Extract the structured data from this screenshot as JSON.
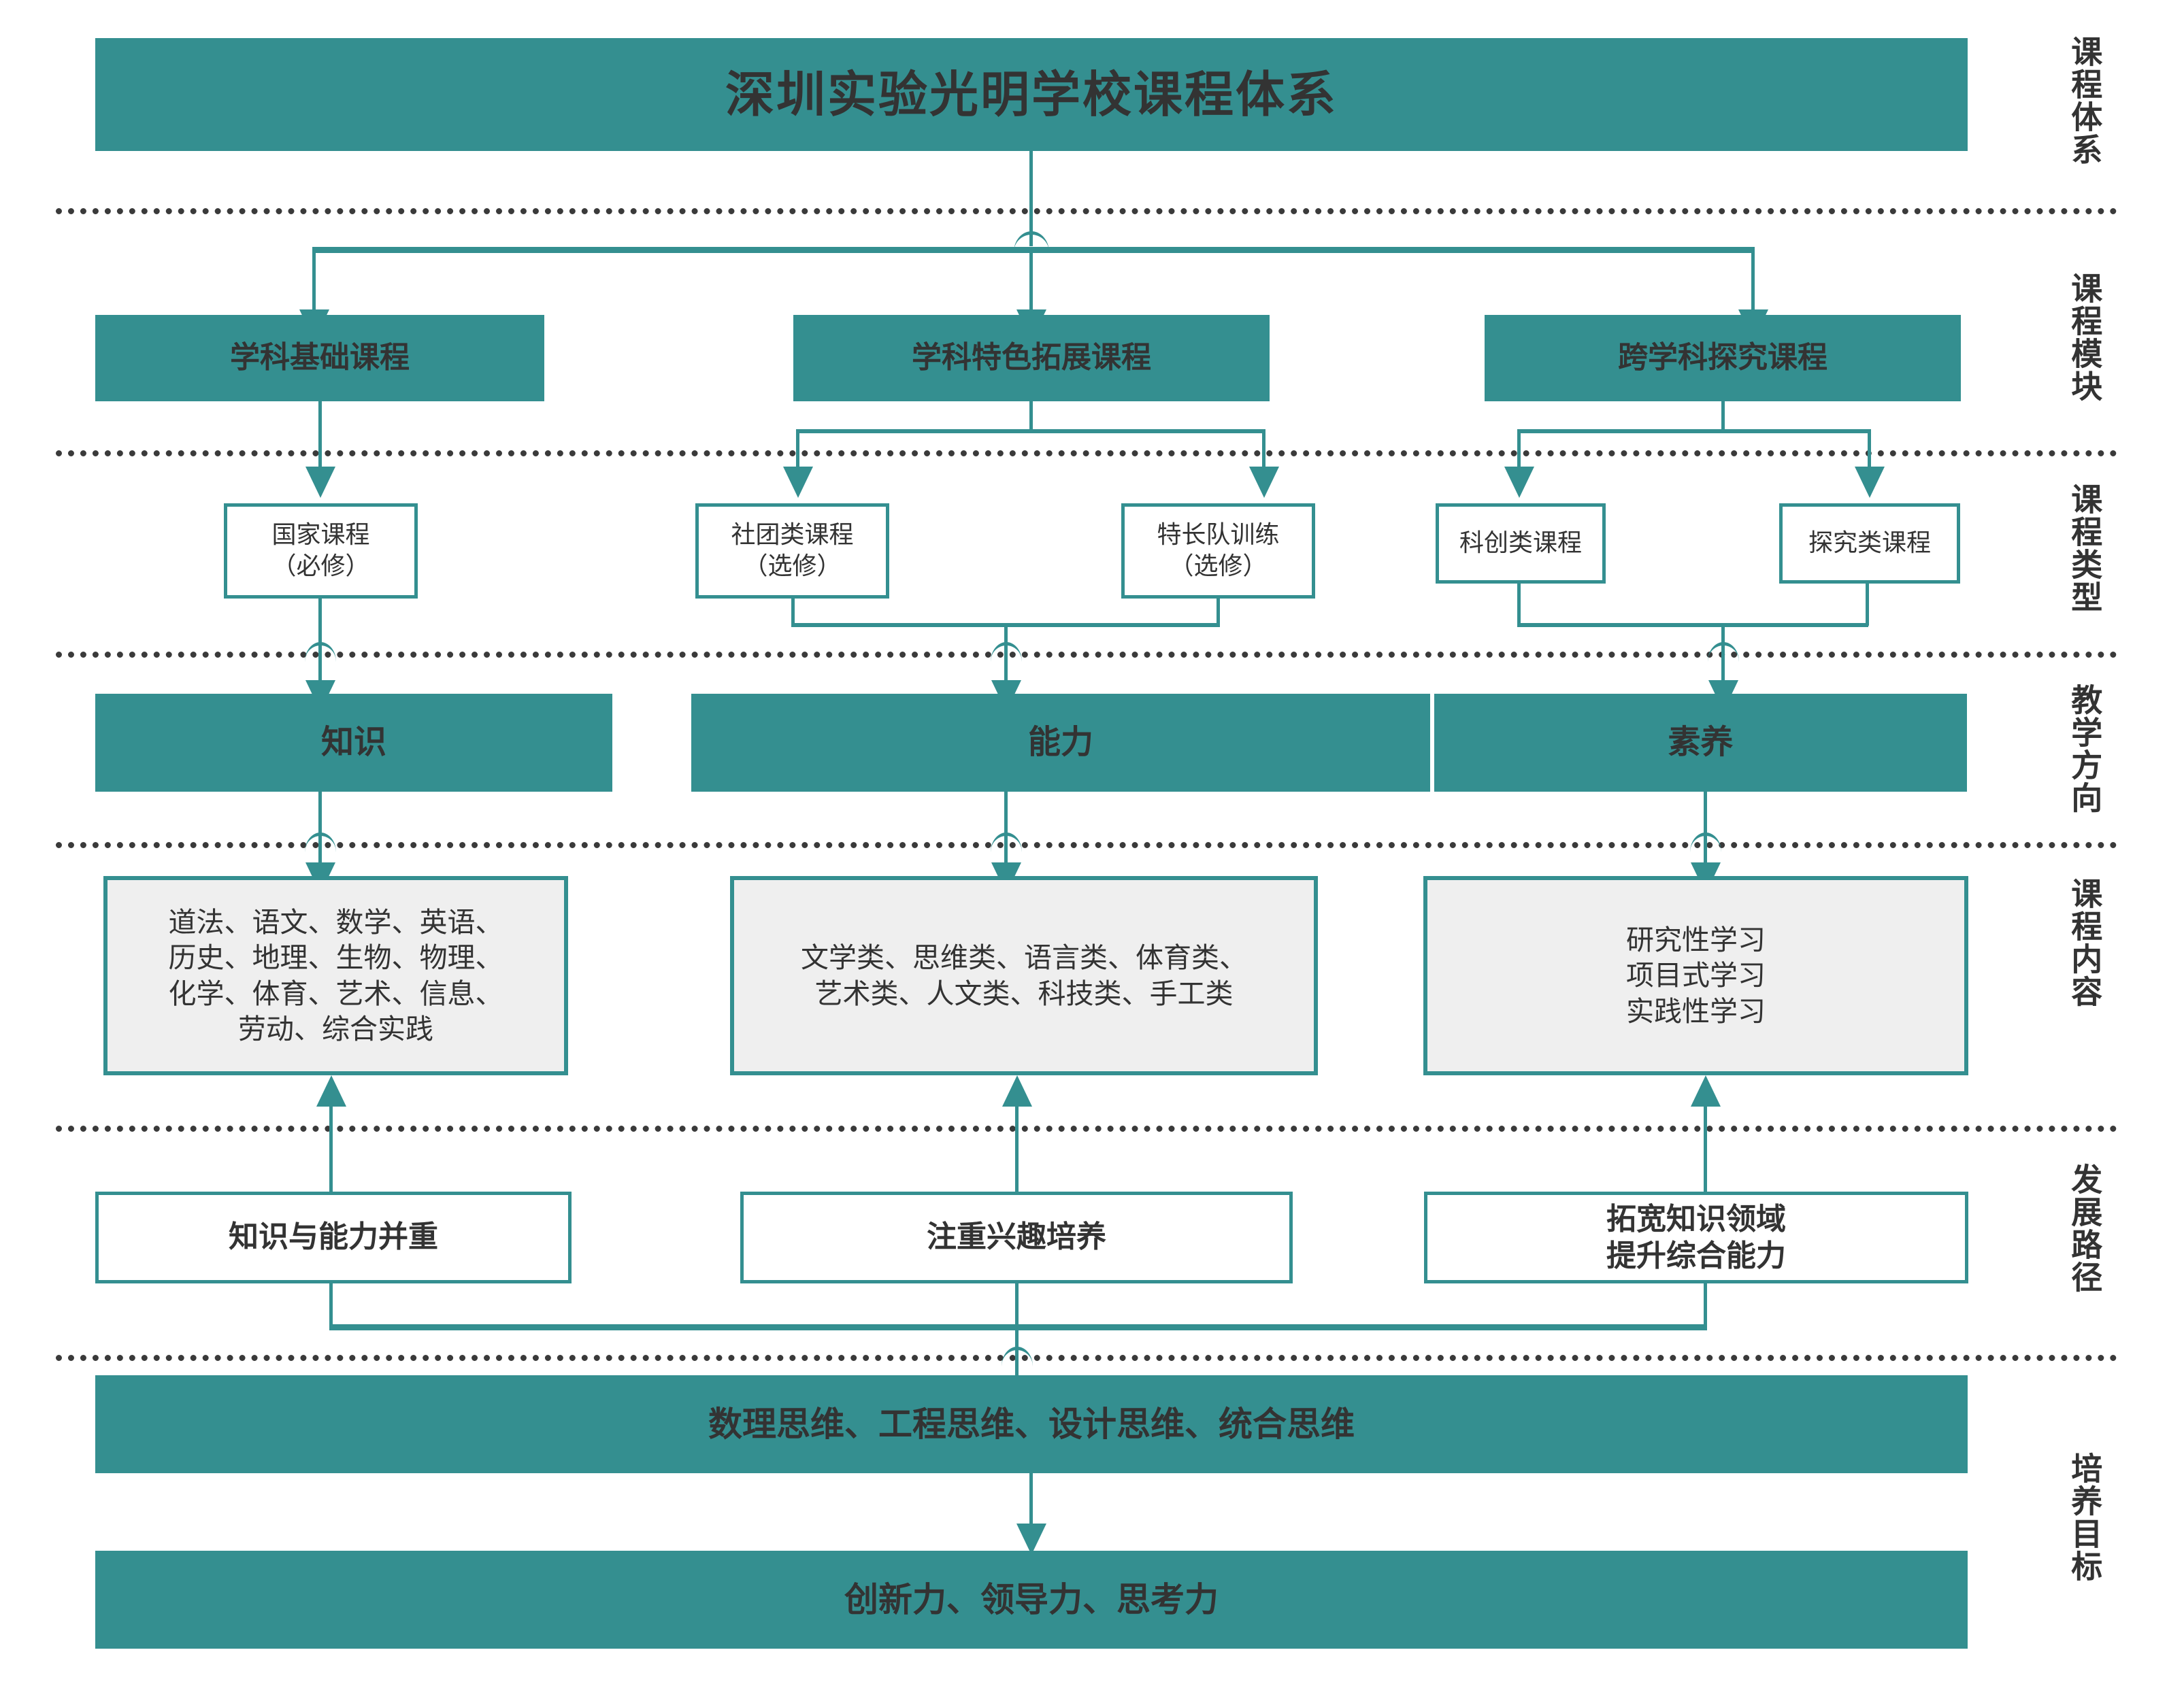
{
  "theme": {
    "accent": "#348f90",
    "text": "#333333",
    "panel": "#efefef",
    "divider": "#3a3a3a"
  },
  "title": {
    "text": "深圳实验光明学校课程体系"
  },
  "axis_labels": [
    {
      "text": "课程体系"
    },
    {
      "text": "课程模块"
    },
    {
      "text": "课程类型"
    },
    {
      "text": "教学方向"
    },
    {
      "text": "课程内容"
    },
    {
      "text": "发展路径"
    },
    {
      "text": "培养目标"
    }
  ],
  "modules": [
    {
      "text": "学科基础课程"
    },
    {
      "text": "学科特色拓展课程"
    },
    {
      "text": "跨学科探究课程"
    }
  ],
  "course_types": [
    {
      "text": "国家课程\n（必修）"
    },
    {
      "text": "社团类课程\n（选修）"
    },
    {
      "text": "特长队训练\n（选修）"
    },
    {
      "text": "科创类课程"
    },
    {
      "text": "探究类课程"
    }
  ],
  "directions": [
    {
      "text": "知识"
    },
    {
      "text": "能力"
    },
    {
      "text": "素养"
    }
  ],
  "contents": [
    {
      "text": "道法、语文、数学、英语、\n历史、地理、生物、物理、\n化学、体育、艺术、信息、\n劳动、综合实践"
    },
    {
      "text": "文学类、思维类、语言类、体育类、\n艺术类、人文类、科技类、手工类"
    },
    {
      "text": "研究性学习\n项目式学习\n实践性学习"
    }
  ],
  "paths": [
    {
      "text": "知识与能力并重"
    },
    {
      "text": "注重兴趣培养"
    },
    {
      "text": "拓宽知识领域\n提升综合能力"
    }
  ],
  "goals": [
    {
      "text": "数理思维、工程思维、设计思维、统合思维"
    },
    {
      "text": "创新力、领导力、思考力"
    }
  ]
}
